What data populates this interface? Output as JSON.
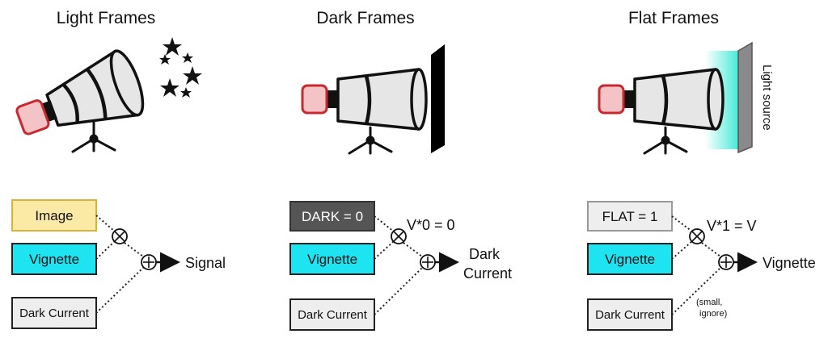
{
  "panels": {
    "light": {
      "title": "Light Frames",
      "box_image": "Image",
      "box_vignette": "Vignette",
      "box_dark_current": "Dark Current",
      "output": "Signal"
    },
    "dark": {
      "title": "Dark Frames",
      "box_dark": "DARK = 0",
      "box_vignette": "Vignette",
      "box_dark_current": "Dark Current",
      "product": "V*0 = 0",
      "output_line1": "Dark",
      "output_line2": "Current"
    },
    "flat": {
      "title": "Flat Frames",
      "box_flat": "FLAT = 1",
      "box_vignette": "Vignette",
      "box_dark_current": "Dark Current",
      "product": "V*1 = V",
      "output": "Vignette",
      "note_line1": "(small,",
      "note_line2": "ignore)",
      "light_source": "Light source"
    }
  },
  "colors": {
    "image_fill": "#fbe9a6",
    "image_stroke": "#d8b23a",
    "vignette_fill": "#1ee3f0",
    "dark_fill": "#555555",
    "flat_fill": "#eeeeee",
    "camera_red": "#f4c3c6",
    "camera_red_stroke": "#c8282e",
    "telescope_fill": "#e6e6e6",
    "glow": "#2fe8d4"
  }
}
